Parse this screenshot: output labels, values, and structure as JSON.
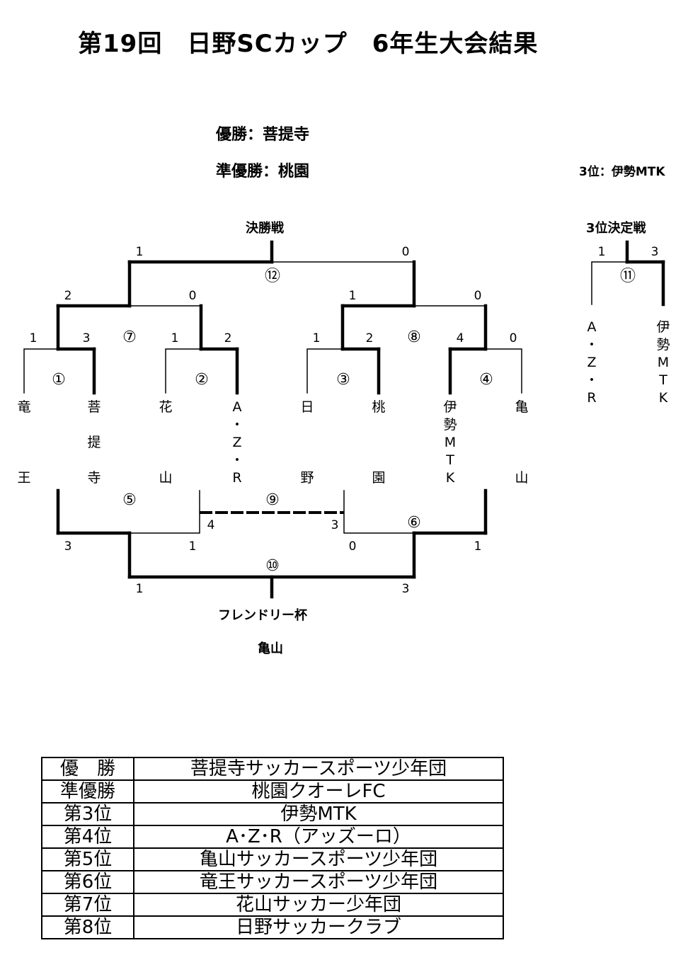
{
  "title": "第19回　日野SCカップ　6年生大会結果",
  "winner_line": "優勝：菩提寺",
  "runnerup_line": "準優勝：桃園",
  "third_line": "3位：伊勢MTK",
  "final_label": "決勝戦",
  "third_match_label": "3位決定戦",
  "friendly_label": "フレンドリー杯",
  "friendly_winner": "亀山",
  "teams": [
    [
      "竜",
      "",
      "王"
    ],
    [
      "菩",
      "提",
      "寺"
    ],
    [
      "花",
      "",
      "山"
    ],
    [
      "A",
      "・",
      "Z",
      "・",
      "R"
    ],
    [
      "日",
      "",
      "野"
    ],
    [
      "桃",
      "",
      "園"
    ],
    [
      "伊",
      "勢",
      "M",
      "T",
      "K"
    ],
    [
      "亀",
      "",
      "山"
    ]
  ],
  "third_teams": [
    [
      "A",
      "・",
      "Z",
      "・",
      "R"
    ],
    [
      "伊",
      "勢",
      "M",
      "T",
      "K"
    ]
  ],
  "match_numbers": [
    "①",
    "②",
    "③",
    "④",
    "⑤",
    "⑥",
    "⑦",
    "⑧",
    "⑨",
    "⑩",
    "⑪",
    "⑫"
  ],
  "scores": {
    "m1": [
      "1",
      "3"
    ],
    "m2": [
      "1",
      "2"
    ],
    "m3": [
      "1",
      "2"
    ],
    "m4": [
      "4",
      "0"
    ],
    "m7": [
      "2",
      "0"
    ],
    "m8": [
      "1",
      "0"
    ],
    "m12": [
      "1",
      "0"
    ],
    "m11": [
      "1",
      "3"
    ],
    "m5": [
      "3",
      "1"
    ],
    "m6": [
      "0",
      "1"
    ],
    "m9": [
      "4",
      "3"
    ],
    "m10": [
      "1",
      "3"
    ]
  },
  "results": [
    {
      "rank": "優　勝",
      "team": "菩提寺サッカースポーツ少年団"
    },
    {
      "rank": "準優勝",
      "team": "桃園クオーレFC"
    },
    {
      "rank": "第3位",
      "team": "伊勢MTK"
    },
    {
      "rank": "第4位",
      "team": "A･Z･R（アッズーロ）"
    },
    {
      "rank": "第5位",
      "team": "亀山サッカースポーツ少年団"
    },
    {
      "rank": "第6位",
      "team": "竜王サッカースポーツ少年団"
    },
    {
      "rank": "第7位",
      "team": "花山サッカー少年団"
    },
    {
      "rank": "第8位",
      "team": "日野サッカークラブ"
    }
  ]
}
